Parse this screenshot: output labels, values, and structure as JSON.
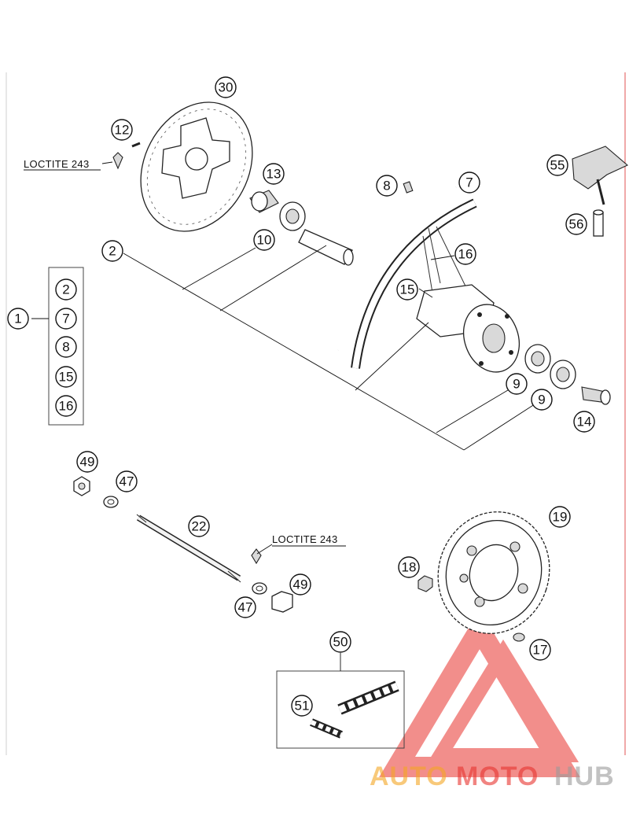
{
  "callouts": {
    "c1": "1",
    "c2": "2",
    "c7": "7",
    "c8": "8",
    "c9a": "9",
    "c9b": "9",
    "c10": "10",
    "c12": "12",
    "c13": "13",
    "c14": "14",
    "c15": "15",
    "c16": "16",
    "c17": "17",
    "c18": "18",
    "c19": "19",
    "c22": "22",
    "c30": "30",
    "c47a": "47",
    "c47b": "47",
    "c49a": "49",
    "c49b": "49",
    "c50": "50",
    "c51": "51",
    "c55": "55",
    "c56": "56"
  },
  "kit_list": [
    "2",
    "7",
    "8",
    "15",
    "16"
  ],
  "notes": {
    "loctite_top": "LOCTITE 243",
    "loctite_axle": "LOCTITE 243"
  },
  "watermark": {
    "part1": "AUTO",
    "part2": "MOTO",
    "part3": "HUB"
  },
  "colors": {
    "watermark_red": "#e8332e",
    "watermark_orange": "#f5a623",
    "watermark_gray": "#9a9a9a",
    "line": "#111111"
  }
}
